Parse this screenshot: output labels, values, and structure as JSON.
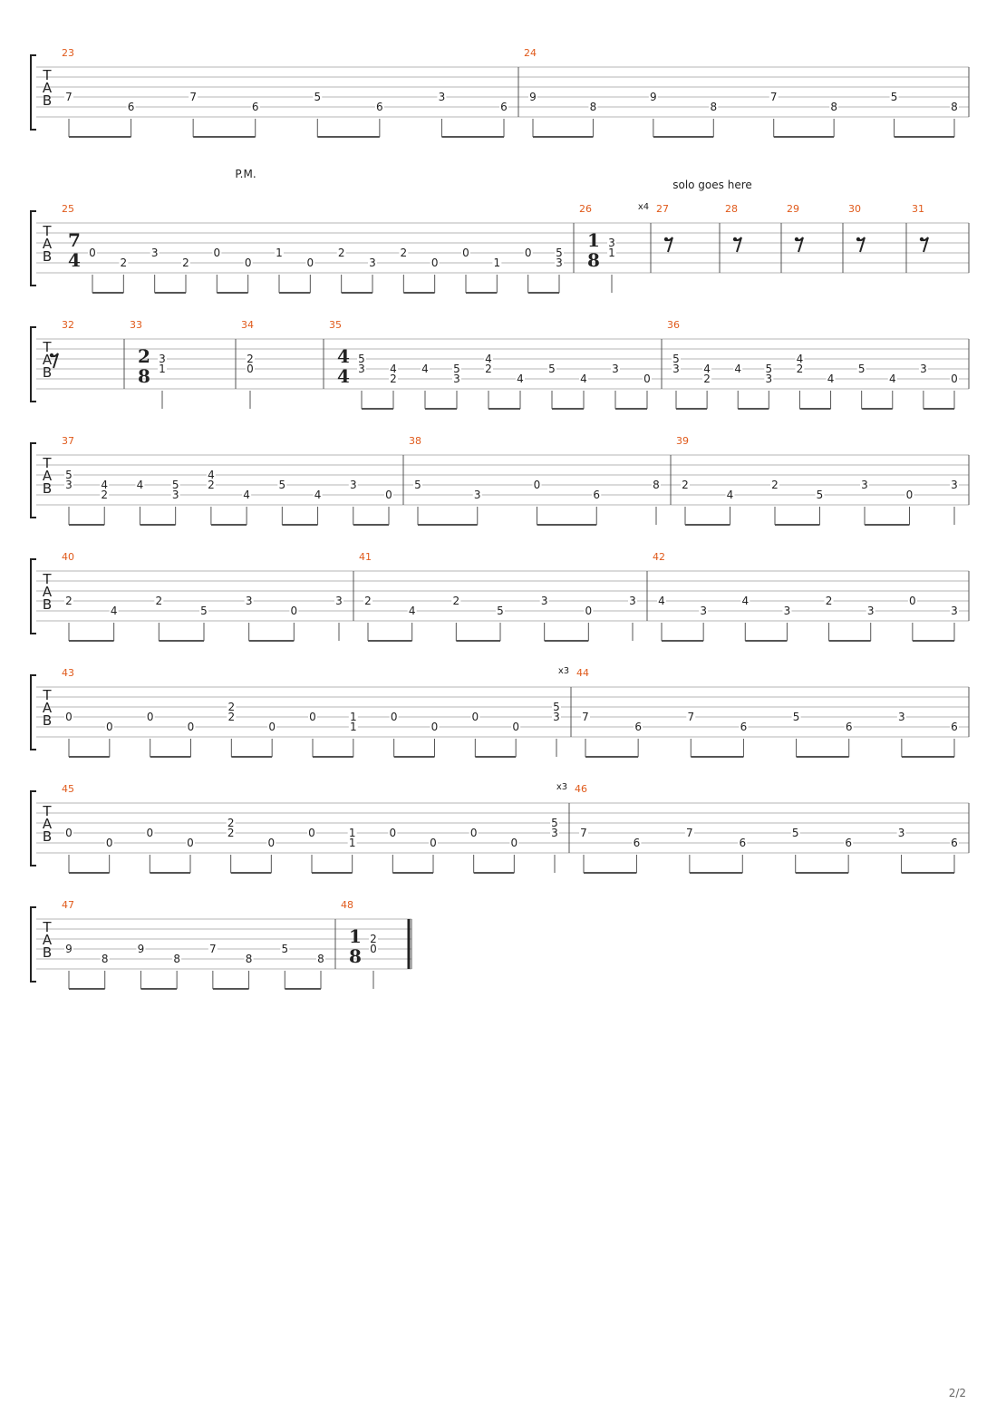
{
  "page_label": "2/2",
  "colors": {
    "measure_number": "#e05a1b",
    "ink": "#222222",
    "staff_line": "#b4b4b4"
  },
  "clef_letters": [
    "T",
    "A",
    "B"
  ],
  "systems": [
    {
      "measures": [
        {
          "number": "23",
          "notes": [
            [
              "7"
            ],
            [
              "6"
            ],
            [
              "7"
            ],
            [
              "6"
            ],
            [
              "5"
            ],
            [
              "6"
            ],
            [
              "3"
            ],
            [
              "6"
            ]
          ]
        },
        {
          "number": "24",
          "notes": [
            [
              "9"
            ],
            [
              "8"
            ],
            [
              "9"
            ],
            [
              "8"
            ],
            [
              "7"
            ],
            [
              "8"
            ],
            [
              "5"
            ],
            [
              "8"
            ]
          ]
        }
      ]
    },
    {
      "annotations": [
        "P.M.",
        "solo goes here"
      ],
      "measures": [
        {
          "number": "25",
          "time_signature": [
            "7",
            "4"
          ],
          "notes": [
            [
              "0"
            ],
            [
              "2"
            ],
            [
              "3"
            ],
            [
              "2"
            ],
            [
              "0"
            ],
            [
              "0"
            ],
            [
              "1"
            ],
            [
              "0"
            ],
            [
              "2"
            ],
            [
              "3"
            ],
            [
              "2"
            ],
            [
              "0"
            ],
            [
              "0"
            ],
            [
              "1"
            ],
            [
              "0"
            ],
            [
              "5",
              "3"
            ]
          ]
        },
        {
          "number": "26",
          "time_signature": [
            "1",
            "8"
          ],
          "repeat_count": "x4",
          "notes": [
            [
              "3",
              "1"
            ]
          ]
        },
        {
          "number": "27",
          "notes": []
        },
        {
          "number": "28",
          "notes": []
        },
        {
          "number": "29",
          "notes": []
        },
        {
          "number": "30",
          "notes": []
        },
        {
          "number": "31",
          "notes": []
        }
      ]
    },
    {
      "measures": [
        {
          "number": "32",
          "notes": []
        },
        {
          "number": "33",
          "time_signature": [
            "2",
            "8"
          ],
          "notes": [
            [
              "3",
              "1"
            ]
          ]
        },
        {
          "number": "34",
          "notes": [
            [
              "2",
              "0"
            ]
          ]
        },
        {
          "number": "35",
          "time_signature": [
            "4",
            "4"
          ],
          "notes": [
            [
              "5",
              "3"
            ],
            [
              "4",
              "2"
            ],
            [
              "4"
            ],
            [
              "5",
              "3"
            ],
            [
              "4",
              "2"
            ],
            [
              "4"
            ],
            [
              "5"
            ],
            [
              "4"
            ],
            [
              "3"
            ],
            [
              "0"
            ]
          ]
        },
        {
          "number": "36",
          "notes": [
            [
              "5",
              "3"
            ],
            [
              "4",
              "2"
            ],
            [
              "4"
            ],
            [
              "5",
              "3"
            ],
            [
              "4",
              "2"
            ],
            [
              "4"
            ],
            [
              "5"
            ],
            [
              "4"
            ],
            [
              "3"
            ],
            [
              "0"
            ]
          ]
        }
      ]
    },
    {
      "measures": [
        {
          "number": "37",
          "notes": [
            [
              "5",
              "3"
            ],
            [
              "4",
              "2"
            ],
            [
              "4"
            ],
            [
              "5",
              "3"
            ],
            [
              "4",
              "2"
            ],
            [
              "4"
            ],
            [
              "5"
            ],
            [
              "4"
            ],
            [
              "3"
            ],
            [
              "0"
            ]
          ]
        },
        {
          "number": "38",
          "notes": [
            [
              "5"
            ],
            [
              "3"
            ],
            [
              "0"
            ],
            [
              "6"
            ],
            [
              "8"
            ]
          ]
        },
        {
          "number": "39",
          "notes": [
            [
              "2"
            ],
            [
              "4"
            ],
            [
              "2"
            ],
            [
              "5"
            ],
            [
              "3"
            ],
            [
              "0"
            ],
            [
              "3"
            ]
          ]
        }
      ]
    },
    {
      "measures": [
        {
          "number": "40",
          "notes": [
            [
              "2"
            ],
            [
              "4"
            ],
            [
              "2"
            ],
            [
              "5"
            ],
            [
              "3"
            ],
            [
              "0"
            ],
            [
              "3"
            ]
          ]
        },
        {
          "number": "41",
          "notes": [
            [
              "2"
            ],
            [
              "4"
            ],
            [
              "2"
            ],
            [
              "5"
            ],
            [
              "3"
            ],
            [
              "0"
            ],
            [
              "3"
            ]
          ]
        },
        {
          "number": "42",
          "notes": [
            [
              "4"
            ],
            [
              "3"
            ],
            [
              "4"
            ],
            [
              "3"
            ],
            [
              "2"
            ],
            [
              "3"
            ],
            [
              "0"
            ],
            [
              "3"
            ]
          ]
        }
      ]
    },
    {
      "measures": [
        {
          "number": "43",
          "repeat_count": "x3",
          "notes": [
            [
              "0"
            ],
            [
              "0"
            ],
            [
              "0"
            ],
            [
              "0"
            ],
            [
              "2",
              "2"
            ],
            [
              "0"
            ],
            [
              "0"
            ],
            [
              "1",
              "1"
            ],
            [
              "0"
            ],
            [
              "0"
            ],
            [
              "0"
            ],
            [
              "0"
            ],
            [
              "5",
              "3"
            ]
          ]
        },
        {
          "number": "44",
          "notes": [
            [
              "7"
            ],
            [
              "6"
            ],
            [
              "7"
            ],
            [
              "6"
            ],
            [
              "5"
            ],
            [
              "6"
            ],
            [
              "3"
            ],
            [
              "6"
            ]
          ]
        }
      ]
    },
    {
      "measures": [
        {
          "number": "45",
          "repeat_count": "x3",
          "notes": [
            [
              "0"
            ],
            [
              "0"
            ],
            [
              "0"
            ],
            [
              "0"
            ],
            [
              "2",
              "2"
            ],
            [
              "0"
            ],
            [
              "0"
            ],
            [
              "1",
              "1"
            ],
            [
              "0"
            ],
            [
              "0"
            ],
            [
              "0"
            ],
            [
              "0"
            ],
            [
              "5",
              "3"
            ]
          ]
        },
        {
          "number": "46",
          "notes": [
            [
              "7"
            ],
            [
              "6"
            ],
            [
              "7"
            ],
            [
              "6"
            ],
            [
              "5"
            ],
            [
              "6"
            ],
            [
              "3"
            ],
            [
              "6"
            ]
          ]
        }
      ]
    },
    {
      "measures": [
        {
          "number": "47",
          "notes": [
            [
              "9"
            ],
            [
              "8"
            ],
            [
              "9"
            ],
            [
              "8"
            ],
            [
              "7"
            ],
            [
              "8"
            ],
            [
              "5"
            ],
            [
              "8"
            ]
          ]
        },
        {
          "number": "48",
          "time_signature": [
            "1",
            "8"
          ],
          "notes": [
            [
              "2",
              "0"
            ]
          ]
        }
      ]
    }
  ]
}
